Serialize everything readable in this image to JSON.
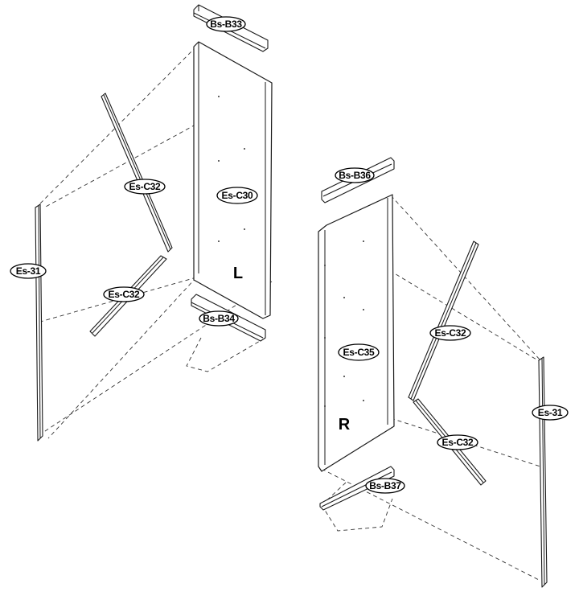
{
  "labels": {
    "bs_b33": "Bs-B33",
    "es_c32_upper_left": "Es-C32",
    "es_c30": "Es-C30",
    "es_31_left": "Es-31",
    "es_c32_lower_left": "Es-C32",
    "bs_b34": "Bs-B34",
    "bs_b36": "Bs-B36",
    "es_c35": "Es-C35",
    "es_c32_upper_right": "Es-C32",
    "es_31_right": "Es-31",
    "es_c32_lower_right": "Es-C32",
    "bs_b37": "Bs-B37"
  },
  "side_letters": {
    "left": "L",
    "right": "R"
  }
}
